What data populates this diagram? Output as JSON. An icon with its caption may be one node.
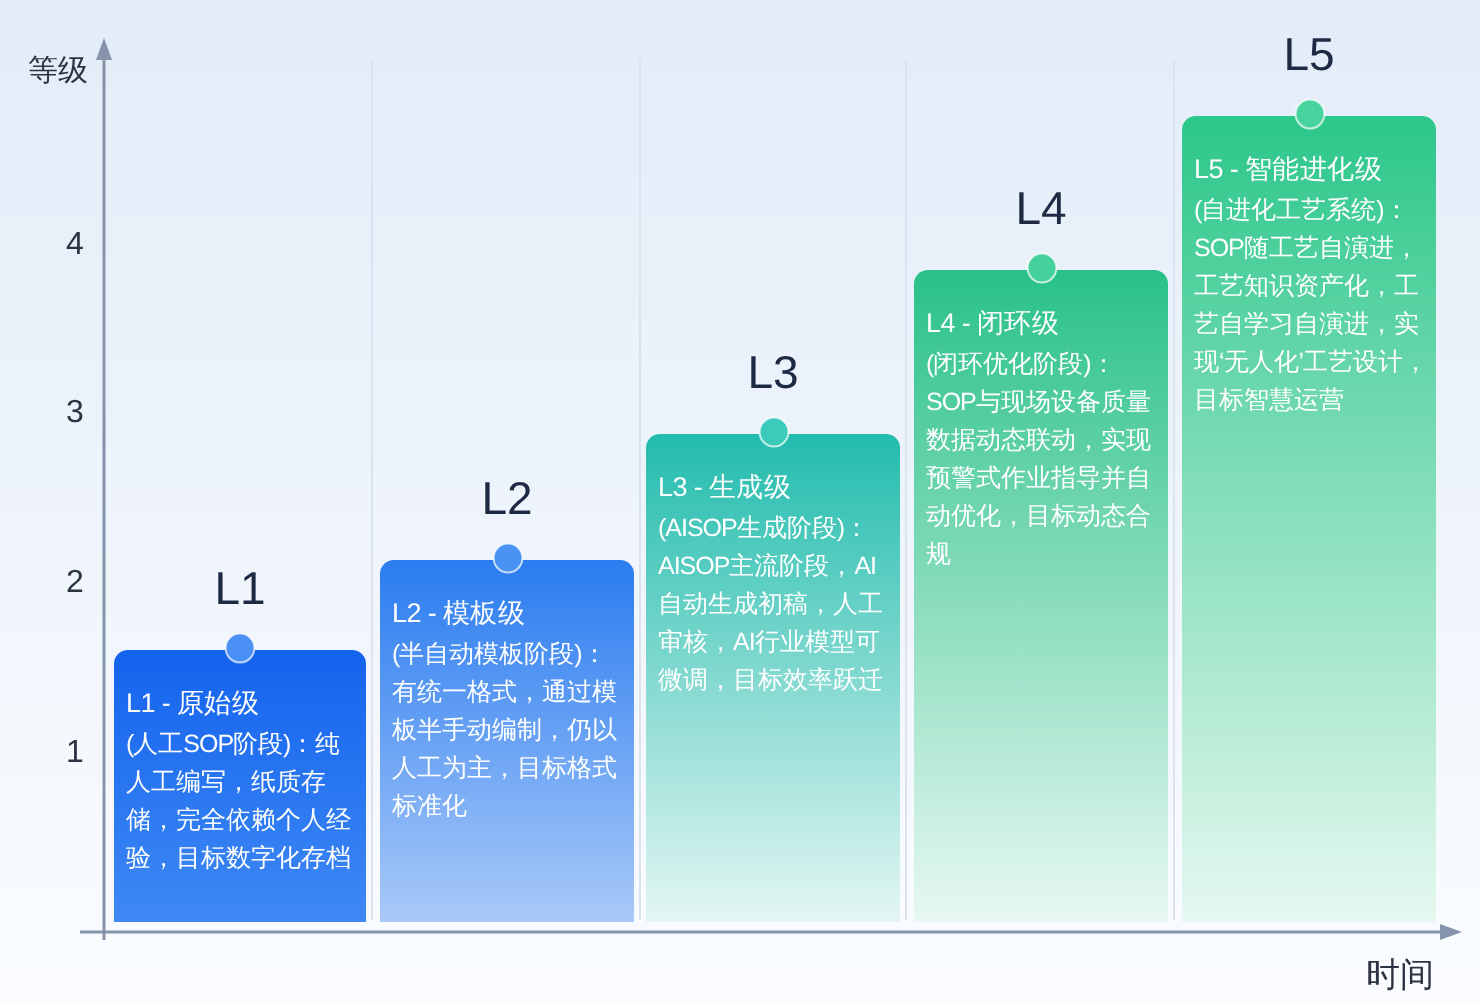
{
  "diagram": {
    "nodes": [
      {
        "text": [
          "L1",
          "L1 - 原始级",
          "(人工SOP阶段)：纯人工编写，纸质存储，完全依赖个人经验，目标数字化存档"
        ]
      },
      {
        "text": [
          "L2",
          "L2 - 模板级",
          "(半自动模板阶段)：",
          "有统一格式，通过模板半手动编制，仍以人工为主，目标格式标准化"
        ]
      },
      {
        "text": [
          "L3",
          "L3 - 生成级",
          "(AISOP生成阶段)：",
          "AISOP主流阶段，AI自动生成初稿，人工审核，AI行业模型可微调，目标效率跃迁"
        ]
      },
      {
        "text": [
          "L4",
          "L4 - 闭环级",
          "(闭环优化阶段)：",
          "SOP与现场设备质量数据动态联动，实现预警式作业指导并自动优化，目标动态合规"
        ]
      },
      {
        "text": [
          "L5",
          "L5 - 智能进化级",
          "(自进化工艺系统)：",
          "SOP随工艺自演进，工艺知识资产化，工艺自学习自演进，实现‘无人化’工艺设计，目标智慧运营"
        ]
      }
    ],
    "labels": [
      "等级",
      "4",
      "3",
      "2",
      "1",
      "时间"
    ]
  }
}
